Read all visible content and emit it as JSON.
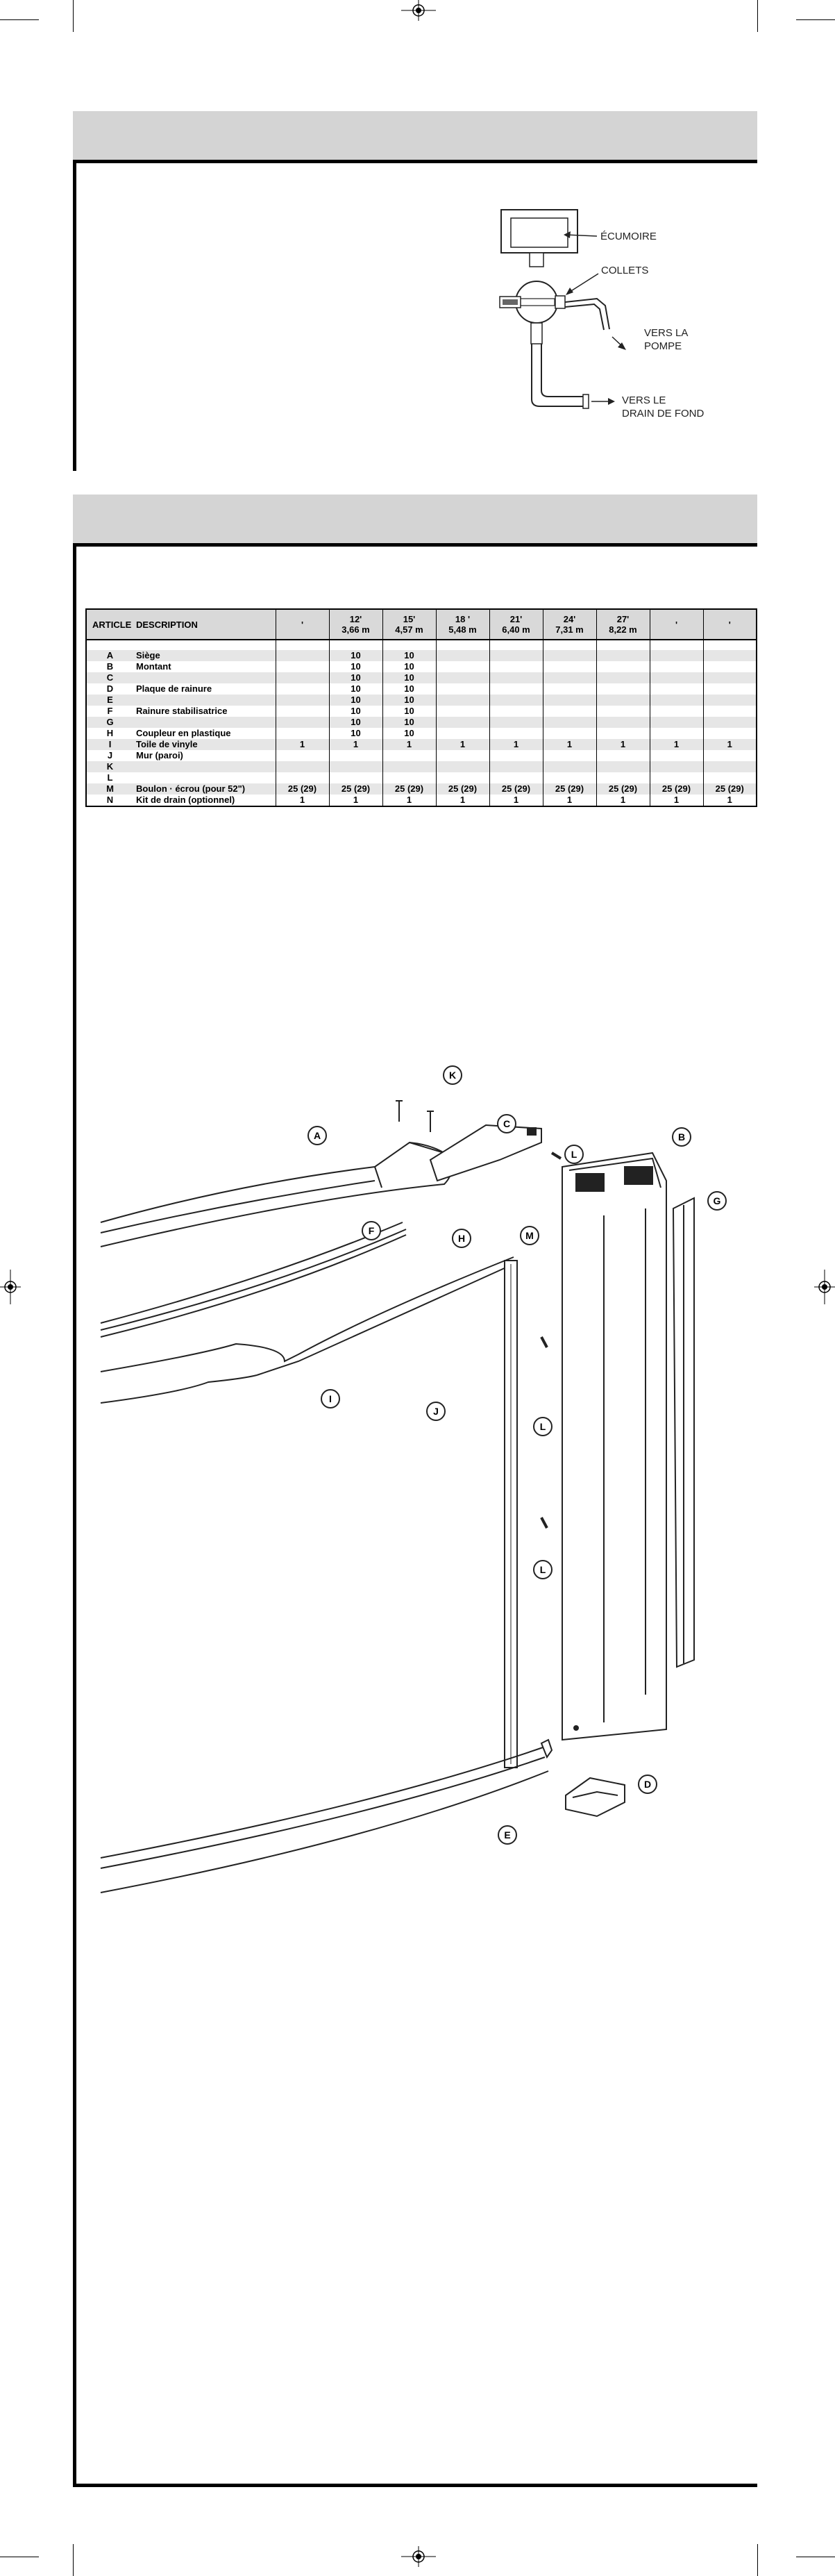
{
  "plumbing_diagram": {
    "labels": {
      "skimmer": "ÉCUMOIRE",
      "collars": "COLLETS",
      "to_pump_line1": "VERS LA",
      "to_pump_line2": "POMPE",
      "to_drain_line1": "VERS LE",
      "to_drain_line2": "DRAIN DE FOND"
    }
  },
  "parts_table": {
    "headers": [
      {
        "label": "ARTICLE"
      },
      {
        "label": "DESCRIPTION"
      },
      {
        "line1": "'",
        "line2": ""
      },
      {
        "line1": "12'",
        "line2": "3,66 m"
      },
      {
        "line1": "15'",
        "line2": "4,57 m"
      },
      {
        "line1": "18 '",
        "line2": "5,48 m"
      },
      {
        "line1": "21'",
        "line2": "6,40 m"
      },
      {
        "line1": "24'",
        "line2": "7,31 m"
      },
      {
        "line1": "27'",
        "line2": "8,22 m"
      },
      {
        "line1": "'",
        "line2": ""
      },
      {
        "line1": "'",
        "line2": ""
      }
    ],
    "rows": [
      {
        "cells": [
          "A",
          "Siège",
          "",
          "10",
          "10",
          "",
          "",
          "",
          "",
          "",
          ""
        ]
      },
      {
        "cells": [
          "B",
          "Montant",
          "",
          "10",
          "10",
          "",
          "",
          "",
          "",
          "",
          ""
        ]
      },
      {
        "cells": [
          "C",
          "",
          "",
          "10",
          "10",
          "",
          "",
          "",
          "",
          "",
          ""
        ]
      },
      {
        "cells": [
          "D",
          "Plaque de rainure",
          "",
          "10",
          "10",
          "",
          "",
          "",
          "",
          "",
          ""
        ]
      },
      {
        "cells": [
          "E",
          "",
          "",
          "10",
          "10",
          "",
          "",
          "",
          "",
          "",
          ""
        ]
      },
      {
        "cells": [
          "F",
          "Rainure stabilisatrice",
          "",
          "10",
          "10",
          "",
          "",
          "",
          "",
          "",
          ""
        ]
      },
      {
        "cells": [
          "G",
          "",
          "",
          "10",
          "10",
          "",
          "",
          "",
          "",
          "",
          ""
        ]
      },
      {
        "cells": [
          "H",
          "Coupleur en plastique",
          "",
          "10",
          "10",
          "",
          "",
          "",
          "",
          "",
          ""
        ]
      },
      {
        "cells": [
          "I",
          "Toile de vinyle",
          "1",
          "1",
          "1",
          "1",
          "1",
          "1",
          "1",
          "1",
          "1"
        ]
      },
      {
        "cells": [
          "J",
          "Mur (paroi)",
          "",
          "",
          "",
          "",
          "",
          "",
          "",
          "",
          ""
        ]
      },
      {
        "cells": [
          "K",
          "",
          "",
          "",
          "",
          "",
          "",
          "",
          "",
          "",
          ""
        ]
      },
      {
        "cells": [
          "L",
          "",
          "",
          "",
          "",
          "",
          "",
          "",
          "",
          "",
          ""
        ]
      },
      {
        "cells": [
          "M",
          "Boulon · écrou (pour 52\")",
          "25 (29)",
          "25 (29)",
          "25 (29)",
          "25 (29)",
          "25 (29)",
          "25 (29)",
          "25 (29)",
          "25 (29)",
          "25 (29)"
        ]
      },
      {
        "cells": [
          "N",
          "Kit de drain (optionnel)",
          "1",
          "1",
          "1",
          "1",
          "1",
          "1",
          "1",
          "1",
          "1"
        ]
      }
    ]
  },
  "exploded_view": {
    "callouts": [
      "A",
      "B",
      "C",
      "D",
      "E",
      "F",
      "G",
      "H",
      "I",
      "J",
      "K",
      "L",
      "L",
      "L",
      "M"
    ]
  }
}
